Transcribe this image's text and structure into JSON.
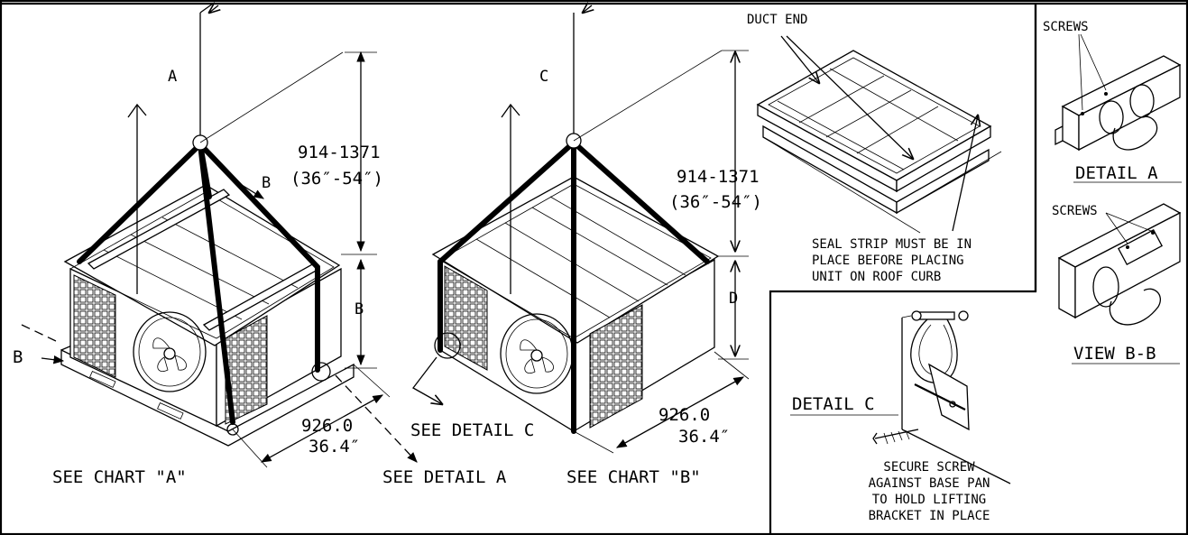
{
  "unit_a": {
    "section_label": "A",
    "section_label_b": "B",
    "height_dim": "914-1371",
    "height_dim_in": "(36″-54″)",
    "height_sub_label": "B",
    "width_dim": "926.0",
    "width_dim_in": "36.4″",
    "chart_callout": "SEE CHART \"A\"",
    "detail_callout": "SEE DETAIL A",
    "side_label": "B"
  },
  "unit_c": {
    "section_label": "C",
    "height_dim": "914-1371",
    "height_dim_in": "(36″-54″)",
    "height_sub_label": "D",
    "width_dim": "926.0",
    "width_dim_in": "36.4″",
    "chart_callout": "SEE CHART \"B\"",
    "detail_callout": "SEE DETAIL C"
  },
  "duct_panel": {
    "duct_end_label": "DUCT END",
    "note_line1": "SEAL STRIP MUST BE IN",
    "note_line2": "PLACE BEFORE PLACING",
    "note_line3": "UNIT ON ROOF CURB"
  },
  "detail_a_panel": {
    "screws_label": "SCREWS",
    "title": "DETAIL A"
  },
  "view_bb_panel": {
    "screws_label": "SCREWS",
    "title": "VIEW B-B"
  },
  "detail_c_panel": {
    "title": "DETAIL C",
    "note_line1": "SECURE SCREW",
    "note_line2": "AGAINST BASE PAN",
    "note_line3": "TO HOLD LIFTING",
    "note_line4": "BRACKET IN PLACE"
  }
}
